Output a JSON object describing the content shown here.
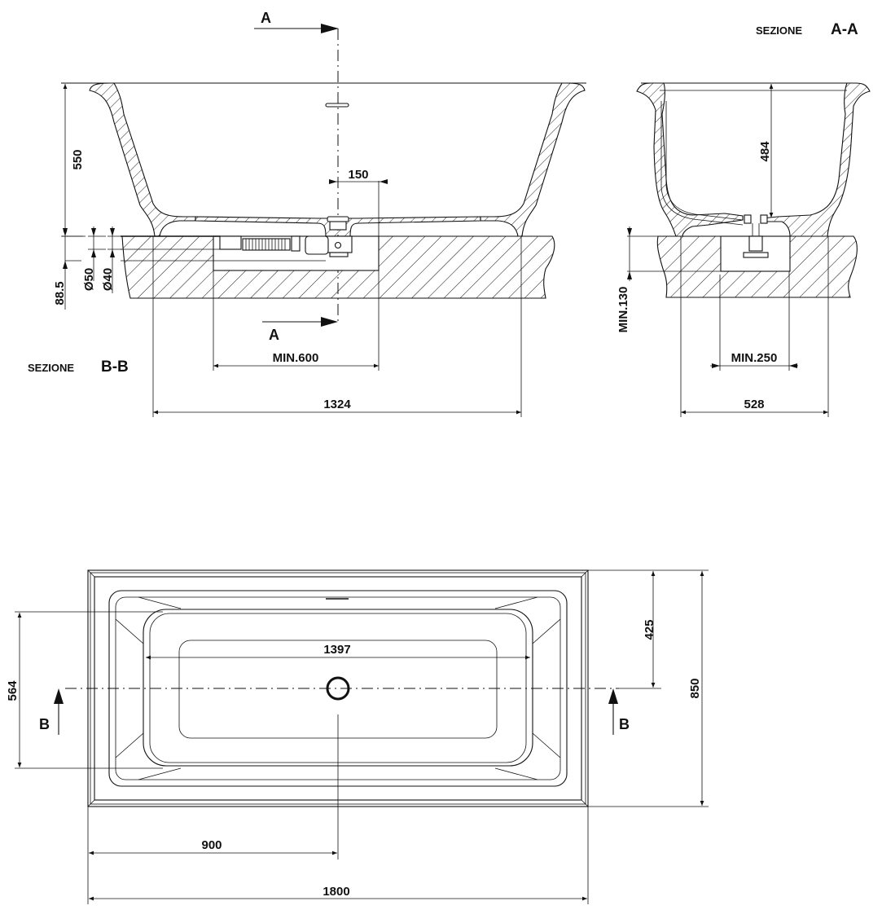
{
  "section_bb": {
    "title_word": "SEZIONE",
    "title_id": "B-B",
    "cut_marker_letter_top": "A",
    "cut_marker_letter_bottom": "A",
    "dimensions": {
      "height_total": "550",
      "drain_offset": "150",
      "floor_recess": "88.5",
      "pipe_diameter_50": "Ø50",
      "pipe_diameter_40": "Ø40",
      "min_recess_width": "MIN.600",
      "base_width": "1324"
    }
  },
  "section_aa": {
    "title_word": "SEZIONE",
    "title_id": "A-A",
    "dimensions": {
      "inner_depth": "484",
      "min_recess_depth": "MIN.130",
      "min_recess_width": "MIN.250",
      "base_width": "528"
    }
  },
  "plan_view": {
    "cut_marker_letter_left": "B",
    "cut_marker_letter_right": "B",
    "dimensions": {
      "inner_width": "564",
      "inner_length": "1397",
      "half_width": "425",
      "total_width": "850",
      "drain_position": "900",
      "total_length": "1800"
    }
  },
  "colors": {
    "line": "#111111",
    "background": "#ffffff"
  }
}
